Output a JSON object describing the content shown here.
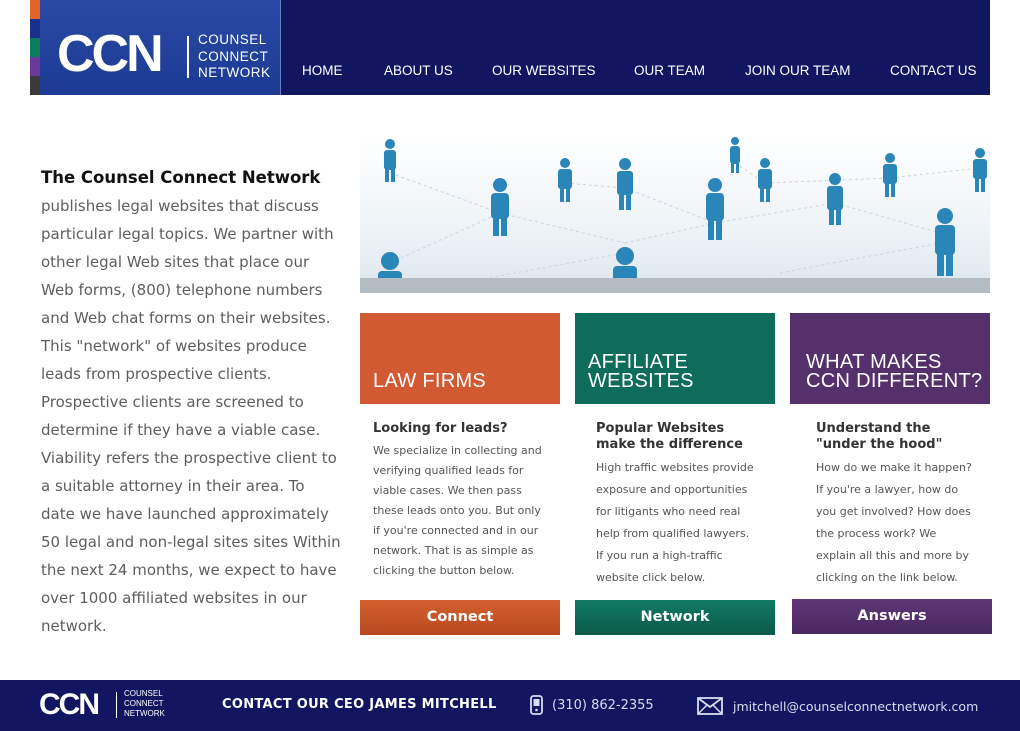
{
  "brand": {
    "logo_mark": "CCN",
    "logo_words": [
      "COUNSEL",
      "CONNECT",
      "NETWORK"
    ],
    "colors": {
      "navy": "#121660",
      "logo_blue": "#1f3e96",
      "orange": "#d15a32",
      "teal": "#0e6c5a",
      "purple": "#56306a"
    }
  },
  "nav": {
    "items": [
      "HOME",
      "ABOUT US",
      "OUR WEBSITES",
      "OUR TEAM",
      "JOIN OUR TEAM",
      "CONTACT US"
    ]
  },
  "intro": {
    "title": "The Counsel Connect Network",
    "body": "publishes legal websites that discuss particular legal topics. We partner with other legal Web sites that place our Web forms, (800) telephone numbers and Web chat forms on their websites. This \"network\" of websites produce leads from prospective clients. Prospective clients are screened to determine if they have a viable case. Viability refers the prospective client to a suitable attorney in their area. To date we have launched approximately 50 legal and non-legal sites sites Within the next 24 months, we expect to have over 1000 affiliated websites in our network."
  },
  "columns": [
    {
      "heading": [
        "LAW FIRMS"
      ],
      "subheading": [
        "Looking for leads?"
      ],
      "body": [
        "We specialize in collecting and",
        "verifying qualified leads for",
        "viable cases. We then pass",
        "these leads onto you. But only",
        "if you're connected and in our",
        "network. That is as simple as",
        "clicking the button below."
      ],
      "button": "Connect"
    },
    {
      "heading": [
        "AFFILIATE",
        "WEBSITES"
      ],
      "subheading": [
        "Popular Websites",
        "make the difference"
      ],
      "body": [
        "High traffic websites provide",
        "exposure and opportunities",
        "for litigants who need real",
        "help from qualified lawyers.",
        "If you run a high-traffic",
        "website click below."
      ],
      "button": "Network"
    },
    {
      "heading": [
        "WHAT MAKES",
        "CCN DIFFERENT?"
      ],
      "subheading": [
        "Understand the",
        "\"under the hood\""
      ],
      "body": [
        "How do we make it happen?",
        "If you're a lawyer, how do",
        "you get involved? How does",
        "the process work? We",
        "explain all this and more by",
        "clicking on the link below."
      ],
      "button": "Answers"
    }
  ],
  "footer": {
    "logo_mark": "CCN",
    "logo_words": [
      "COUNSEL",
      "CONNECT",
      "NETWORK"
    ],
    "contact_label": "CONTACT OUR CEO JAMES MITCHELL",
    "phone": "(310) 862-2355",
    "email": "jmitchell@counselconnectnetwork.com",
    "icons": [
      "phone-icon",
      "mail-icon"
    ]
  }
}
